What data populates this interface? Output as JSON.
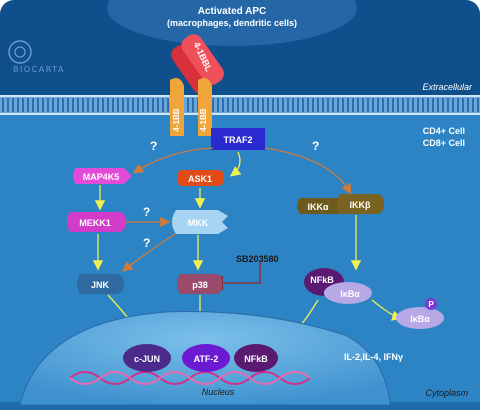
{
  "header": {
    "apc_line1": "Activated APC",
    "apc_line2": "(macrophages, dendritic cells)"
  },
  "logo": {
    "text": "BIOCARTA"
  },
  "regions": {
    "extracellular": "Extracellular",
    "cytoplasm": "Cytoplasm",
    "nucleus": "Nucleus",
    "cell_type_1": "CD4+ Cell",
    "cell_type_2": "CD8+ Cell"
  },
  "molecules": {
    "ligand": "4-1BBL",
    "receptor_left": "4-1BB",
    "receptor_right": "4-1BB",
    "traf2": "TRAF2",
    "map4k5": "MAP4K5",
    "ask1": "ASK1",
    "mekk1": "MEKK1",
    "mkk": "MKK",
    "ikka": "IKKα",
    "ikkb": "IKKβ",
    "jnk": "JNK",
    "p38": "p38",
    "inhibitor": "SB203580",
    "nfkb_cyto": "NFkB",
    "ikba_bound": "IκBα",
    "ikba_free": "IκBα",
    "phospho": "P",
    "cjun": "c-JUN",
    "atf2": "ATF-2",
    "nfkb_nuc": "NFkB",
    "cytokines": "IL-2,IL-4, IFNγ"
  },
  "unknown_marks": [
    "?",
    "?",
    "?",
    "?"
  ],
  "colors": {
    "extracellular_bg": "#0e4f8c",
    "cytoplasm_bg": "#2c84c5",
    "nucleus_bg": "#5aa8da",
    "membrane": "#8fc3e8",
    "receptor": "#f0a53a",
    "traf2": "#2a2ad0",
    "map4k5": "#e14bd8",
    "ask1": "#e24a18",
    "mekk1": "#d23cc8",
    "mkk": "#a8d4f4",
    "ikk": "#6f5a1e",
    "jnk": "#2e6aa0",
    "p38": "#9a4a6a",
    "nfkb": "#5a1a70",
    "ikba": "#b7a8e6",
    "cjun": "#4a2a8a",
    "atf2": "#6a1ad0",
    "dna": "#d0308a",
    "arrow_yellow": "#f0f050",
    "arrow_orange": "#d07a3a"
  }
}
